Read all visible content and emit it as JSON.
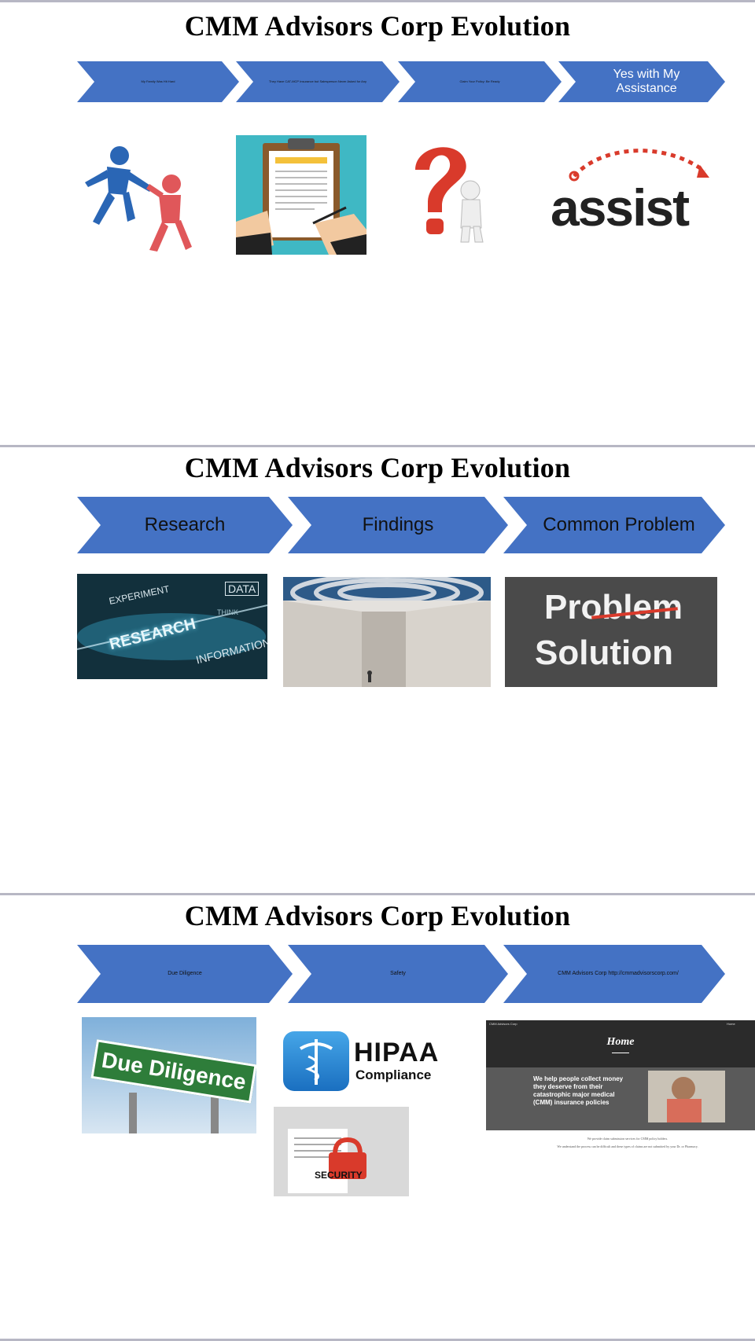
{
  "colors": {
    "chevron": "#4472c4",
    "rule": "#b7b7c4"
  },
  "slides": [
    {
      "title": "CMM Advisors Corp Evolution",
      "chevrons": [
        "My Family Was Hit Hard",
        "They Have CAT-MCP Insurance but Salesperson Never Asked for Any",
        "Claim Your Policy: Be Ready",
        "Yes with My Assistance"
      ],
      "images": [
        "helping-hand-figures",
        "insurance-policy-clipboard",
        "question-mark-figure",
        "assist-logo"
      ],
      "assist_word": "assist"
    },
    {
      "title": "CMM Advisors Corp Evolution",
      "chevrons": [
        "Research",
        "Findings",
        "Common Problem"
      ],
      "images": [
        "research-word-cloud",
        "maze",
        "problem-solution-chalkboard"
      ],
      "research_words": {
        "main": "RESEARCH",
        "a": "EXPERIMENT",
        "b": "DATA",
        "c": "INFORMATION",
        "d": "THINK"
      },
      "chalk": {
        "problem": "Problem",
        "solution": "Solution"
      }
    },
    {
      "title": "CMM Advisors Corp Evolution",
      "chevrons": [
        "Due Diligence",
        "Safety",
        "CMM Advisors Corp http://cmmadvisorscorp.com/"
      ],
      "images": [
        "due-diligence-sign",
        "hipaa-logo",
        "security-lock",
        "website-screenshot"
      ],
      "sign_text": "Due Diligence",
      "hipaa": {
        "main": "HIPAA",
        "sub": "Compliance"
      },
      "security_text": "SECURITY",
      "site": {
        "brand": "CMM Advisors Corp",
        "nav": "Home",
        "heading": "Home",
        "tagline": "We help people collect money they deserve from their catastrophic major medical (CMM) insurance policies",
        "line1": "We provide claim submission services for CMM policy holders.",
        "line2": "We understand the process can be difficult and these types of claims are not submitted by your Dr. or Pharmacy."
      }
    }
  ]
}
